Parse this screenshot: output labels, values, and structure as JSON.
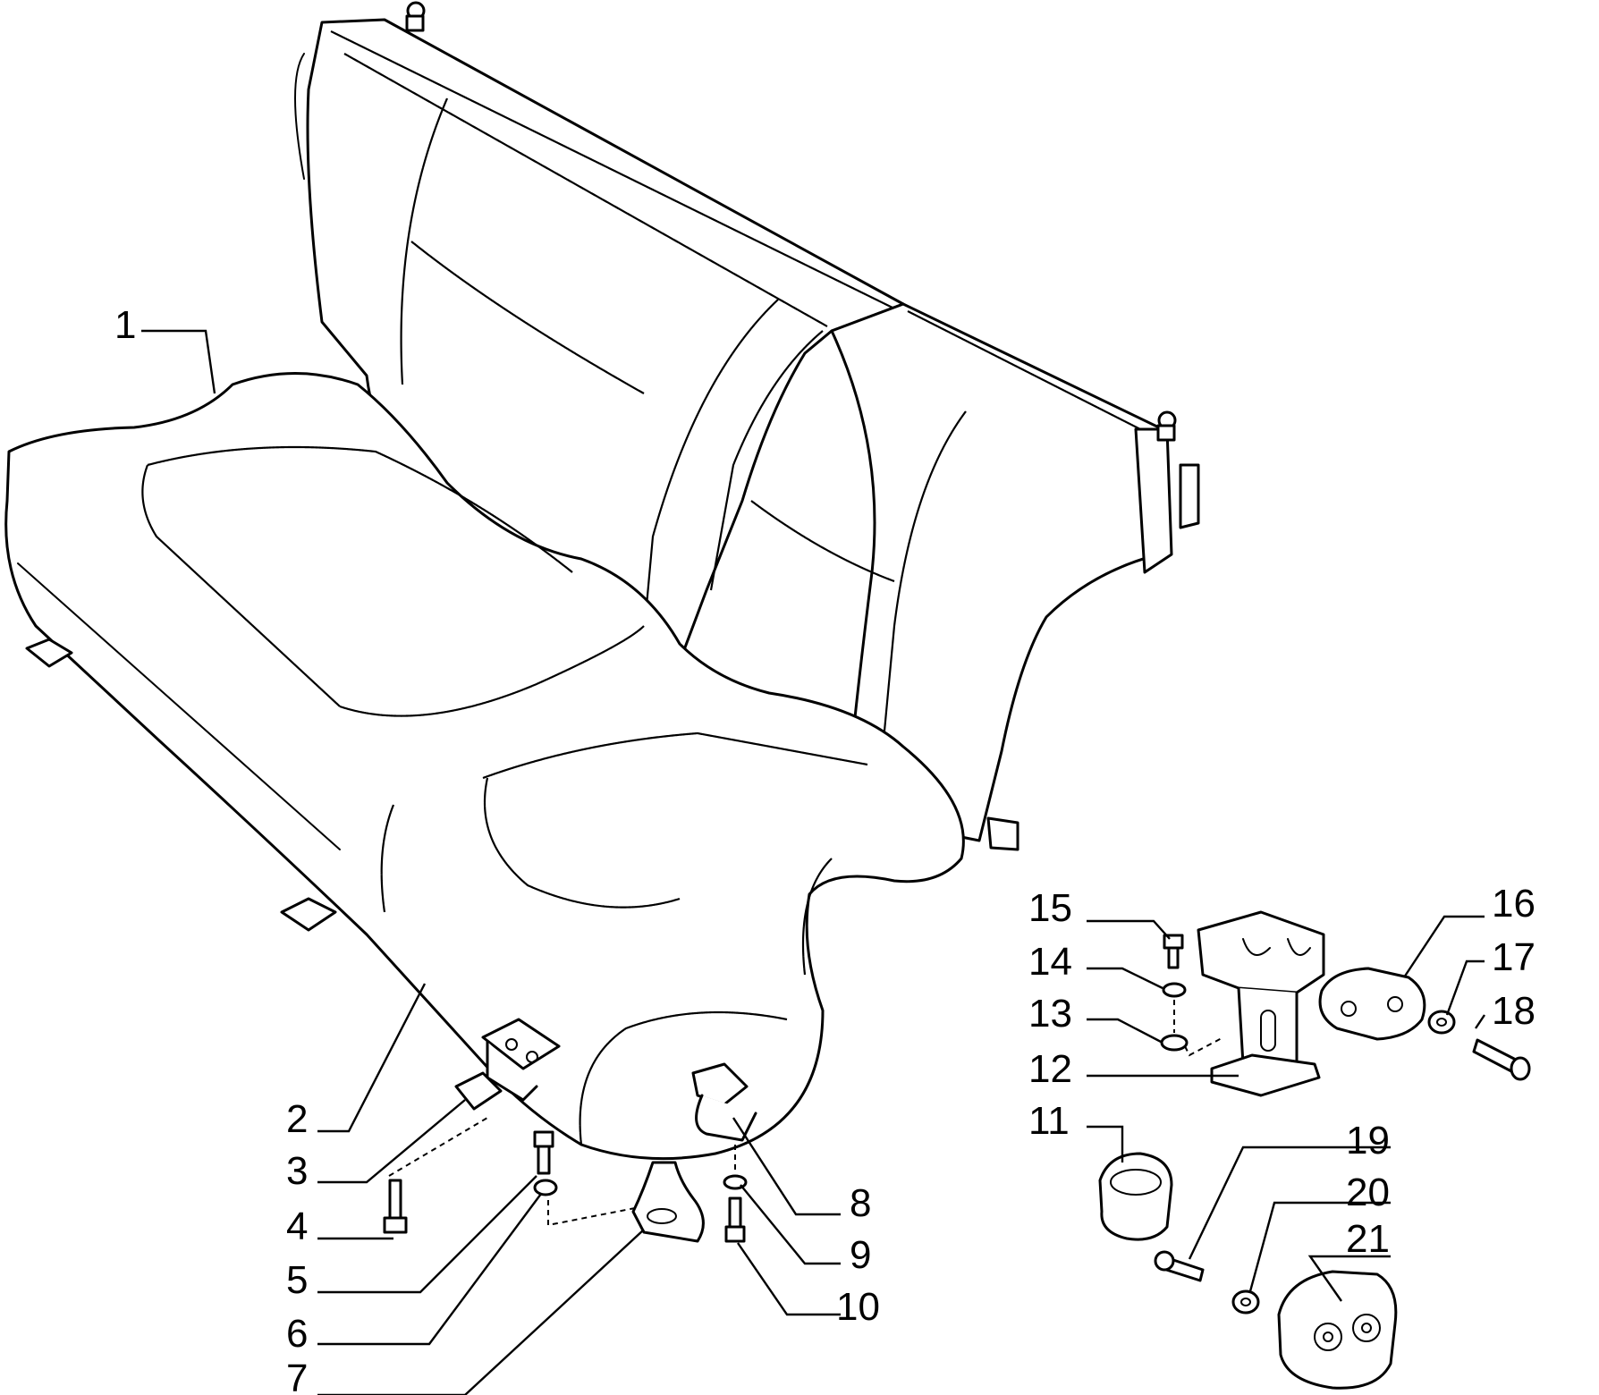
{
  "callouts": [
    {
      "id": "1",
      "label": "1",
      "part": "seat-assembly"
    },
    {
      "id": "2",
      "label": "2",
      "part": "seat-cushion-base"
    },
    {
      "id": "3",
      "label": "3",
      "part": "hinge-bracket"
    },
    {
      "id": "4",
      "label": "4",
      "part": "bolt"
    },
    {
      "id": "5",
      "label": "5",
      "part": "bolt"
    },
    {
      "id": "6",
      "label": "6",
      "part": "washer"
    },
    {
      "id": "7",
      "label": "7",
      "part": "floor-bracket"
    },
    {
      "id": "8",
      "label": "8",
      "part": "hook-bracket"
    },
    {
      "id": "9",
      "label": "9",
      "part": "washer"
    },
    {
      "id": "10",
      "label": "10",
      "part": "bolt"
    },
    {
      "id": "11",
      "label": "11",
      "part": "bushing"
    },
    {
      "id": "12",
      "label": "12",
      "part": "latch-support"
    },
    {
      "id": "13",
      "label": "13",
      "part": "washer"
    },
    {
      "id": "14",
      "label": "14",
      "part": "washer"
    },
    {
      "id": "15",
      "label": "15",
      "part": "bolt"
    },
    {
      "id": "16",
      "label": "16",
      "part": "plate"
    },
    {
      "id": "17",
      "label": "17",
      "part": "washer"
    },
    {
      "id": "18",
      "label": "18",
      "part": "screw"
    },
    {
      "id": "19",
      "label": "19",
      "part": "screw"
    },
    {
      "id": "20",
      "label": "20",
      "part": "washer"
    },
    {
      "id": "21",
      "label": "21",
      "part": "bushing"
    }
  ],
  "colors": {
    "line": "#000000",
    "background": "#ffffff"
  }
}
